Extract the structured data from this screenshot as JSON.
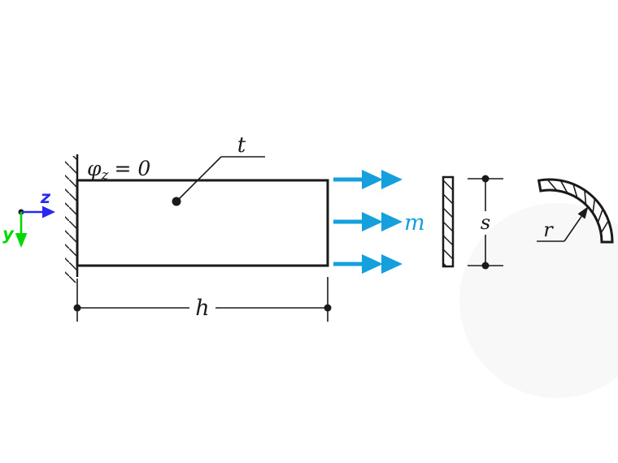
{
  "diagram": {
    "boundary_condition": {
      "symbol": "φ",
      "subscript": "z",
      "value": "= 0"
    },
    "labels": {
      "thickness": "t",
      "length": "h",
      "moment": "m",
      "section_depth": "s",
      "radius": "r"
    },
    "axes": {
      "z": "z",
      "y": "y"
    },
    "colors": {
      "moment_arrows": "#14a0dc",
      "z_axis": "#2828f0",
      "y_axis": "#00d800",
      "lines": "#1a1a1a",
      "watermark": "#f8f8f8"
    }
  }
}
